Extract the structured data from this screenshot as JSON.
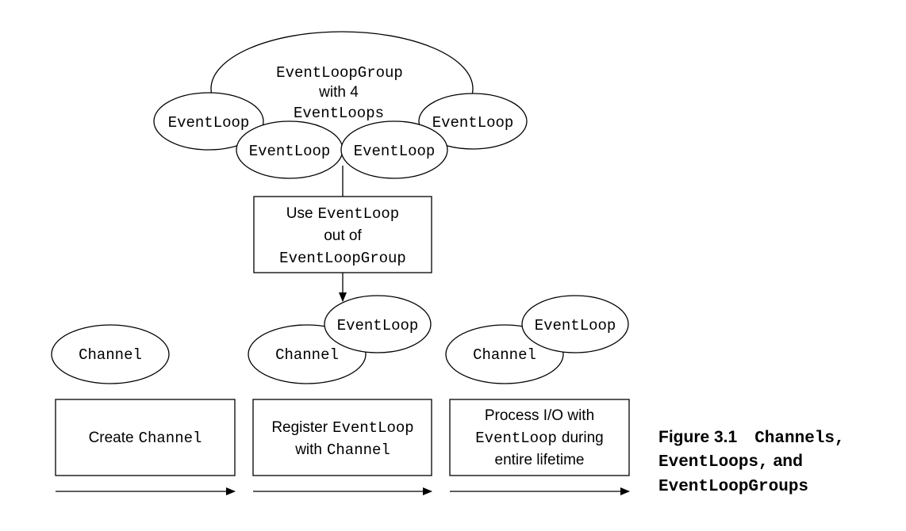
{
  "group": {
    "name": "EventLoopGroup",
    "with_text": "with 4",
    "count_text": "EventLoops"
  },
  "loops": {
    "left": "EventLoop",
    "mid_left": "EventLoop",
    "mid_right": "EventLoop",
    "right": "EventLoop"
  },
  "use_box": {
    "use_word": "Use",
    "loop_name": "EventLoop",
    "out_of": "out of",
    "group_name": "EventLoopGroup"
  },
  "stage_one": {
    "channel_label": "Channel",
    "box_text": "Create",
    "box_code": "Channel"
  },
  "stage_two": {
    "channel_label": "Channel",
    "loop_label": "EventLoop",
    "line1_text": "Register",
    "line1_code": "EventLoop",
    "line2_text": "with",
    "line2_code": "Channel"
  },
  "stage_three": {
    "channel_label": "Channel",
    "loop_label": "EventLoop",
    "line1_text": "Process I/O with",
    "line2_code": "EventLoop",
    "line2_text": "during",
    "line3_text": "entire lifetime"
  },
  "caption": {
    "label": "Figure 3.1",
    "term1": "Channels,",
    "term2": "EventLoops,",
    "and_text": "and",
    "term3": "EventLoopGroups"
  },
  "colors": {
    "stroke": "#000000",
    "fill": "#ffffff"
  }
}
